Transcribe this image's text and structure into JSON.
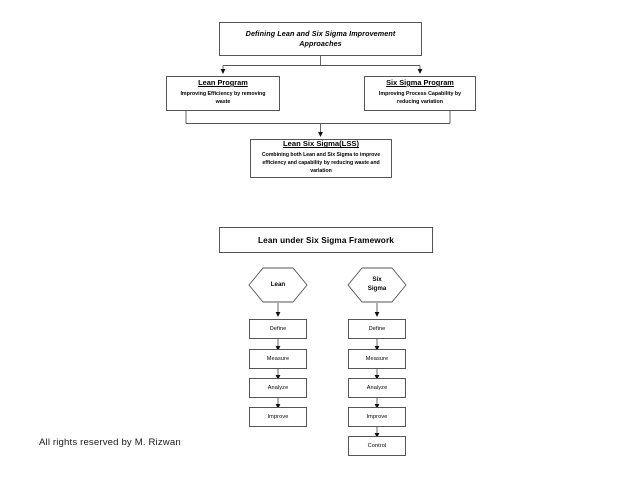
{
  "page": {
    "background": "#ffffff",
    "line_color": "#555555",
    "text_color": "#000000"
  },
  "diagram_top": {
    "root": {
      "title": "Defining Lean and Six Sigma Improvement Approaches"
    },
    "branches": [
      {
        "title": "Lean Program",
        "desc": "Improving Efficiency by removing waste"
      },
      {
        "title": "Six Sigma Program",
        "desc": "Improving Process Capability by reducing variation"
      }
    ],
    "merge": {
      "title": "Lean Six Sigma(LSS)",
      "desc": "Combining both Lean and Six Sigma to improve efficiency and capability by reducing waste and variation"
    }
  },
  "diagram_bottom": {
    "header": "Lean under Six Sigma Framework",
    "columns": [
      {
        "hexagon": "Lean",
        "steps": [
          "Define",
          "Measure",
          "Analyze",
          "Improve"
        ]
      },
      {
        "hexagon": "Six\nSigma",
        "hexagon_line1": "Six",
        "hexagon_line2": "Sigma",
        "steps": [
          "Define",
          "Measure",
          "Analyze",
          "Improve",
          "Control"
        ]
      }
    ]
  },
  "footer": {
    "credit": "All rights reserved by M. Rizwan"
  }
}
